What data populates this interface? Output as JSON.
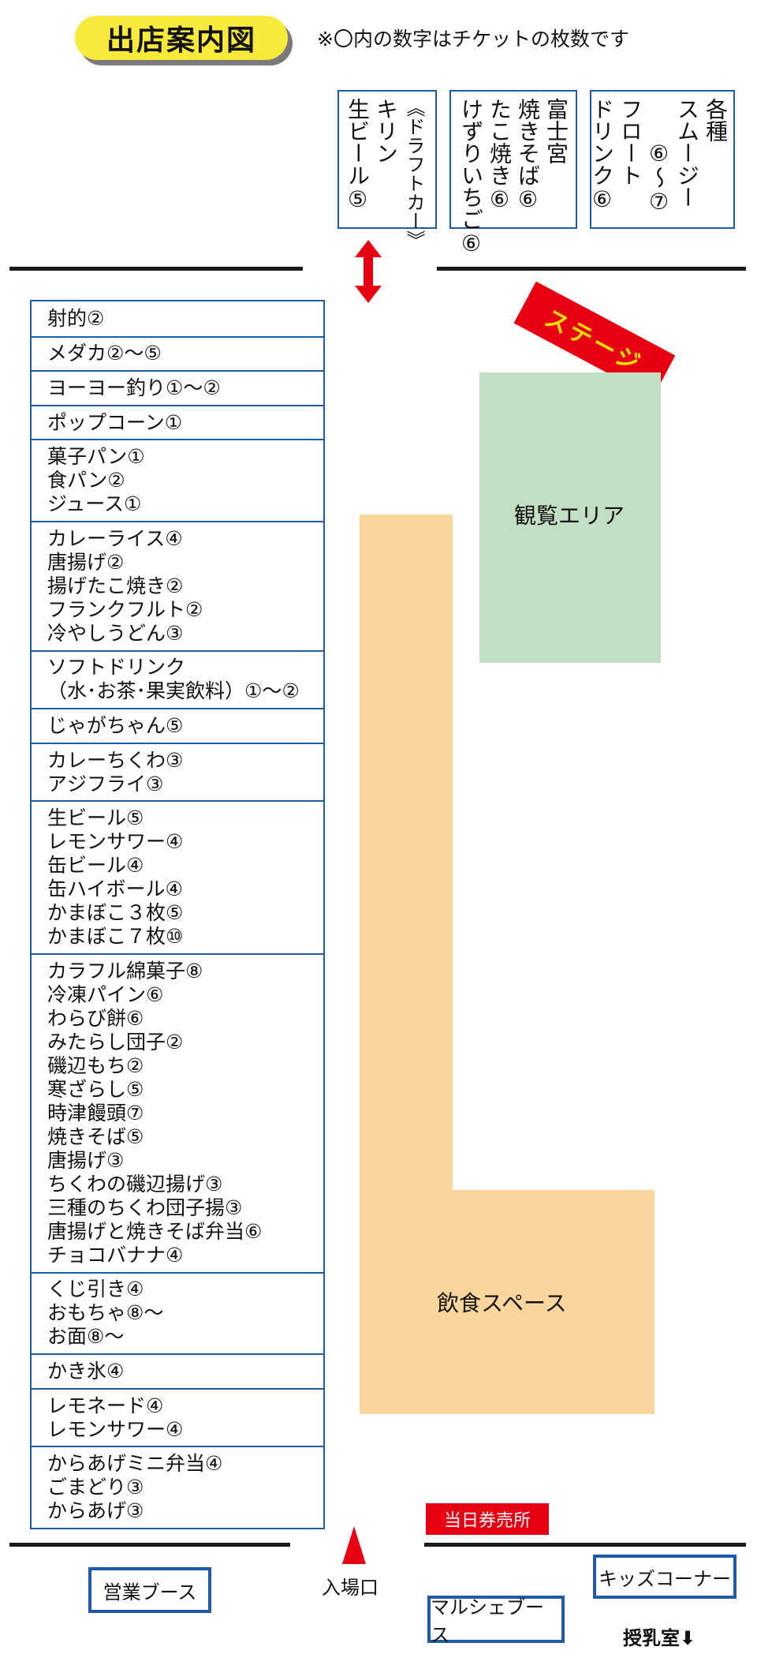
{
  "header": {
    "title": "出店案内図",
    "note": "※〇内の数字はチケットの枚数です"
  },
  "top_booths": [
    {
      "lines": [
        "《ドラフトカー》",
        "キリン",
        "生ビール⑤"
      ]
    },
    {
      "lines": [
        "富士宮",
        "焼きそば⑥",
        "たこ焼き⑥",
        "けずりいちご⑥"
      ]
    },
    {
      "lines": [
        "各種",
        "スムージー",
        "⑥～⑦",
        "フロート",
        "ドリンク⑥"
      ]
    }
  ],
  "booths": [
    {
      "lines": [
        "射的②"
      ]
    },
    {
      "lines": [
        "メダカ②～⑤"
      ]
    },
    {
      "lines": [
        "ヨーヨー釣り①～②"
      ]
    },
    {
      "lines": [
        "ポップコーン①"
      ]
    },
    {
      "lines": [
        "菓子パン①",
        "食パン②",
        "ジュース①"
      ]
    },
    {
      "lines": [
        "カレーライス④",
        "唐揚げ②",
        "揚げたこ焼き②",
        "フランクフルト②",
        "冷やしうどん③"
      ]
    },
    {
      "lines": [
        "ソフトドリンク",
        "（水･お茶･果実飲料）①～②"
      ]
    },
    {
      "lines": [
        "じゃがちゃん⑤"
      ]
    },
    {
      "lines": [
        "カレーちくわ③",
        "アジフライ③"
      ]
    },
    {
      "lines": [
        "生ビール⑤",
        "レモンサワー④",
        "缶ビール④",
        "缶ハイボール④",
        "かまぼこ３枚⑤",
        "かまぼこ７枚⑩"
      ]
    },
    {
      "lines": [
        "カラフル綿菓子⑧",
        "冷凍パイン⑥",
        "わらび餅⑥",
        "みたらし団子②",
        "磯辺もち②",
        "寒ざらし⑤",
        "時津饅頭⑦",
        "焼きそば⑤",
        "唐揚げ③",
        "ちくわの磯辺揚げ③",
        "三種のちくわ団子揚③",
        "唐揚げと焼きそば弁当⑥",
        "チョコバナナ④"
      ]
    },
    {
      "lines": [
        "くじ引き④",
        "おもちゃ⑧～",
        "お面⑧～"
      ]
    },
    {
      "lines": [
        "かき氷④"
      ]
    },
    {
      "lines": [
        "レモネード④",
        "レモンサワー④"
      ]
    },
    {
      "lines": [
        "からあげミニ弁当④",
        "ごまどり③",
        "からあげ③"
      ]
    }
  ],
  "areas": {
    "stage": "ステージ",
    "viewing": "観覧エリア",
    "food": "飲食スペース"
  },
  "bottom": {
    "ticket_office": "当日券売所",
    "sales_booth": "営業ブース",
    "entrance": "入場口",
    "marche": "マルシェブース",
    "kids": "キッズコーナー",
    "nursing": "授乳室"
  },
  "colors": {
    "border_blue": "#1f5aa8",
    "badge_yellow": "#f7ea3a",
    "accent_red": "#e60012",
    "food_area": "#fad59c",
    "viewing_area": "#c3dfc3"
  }
}
